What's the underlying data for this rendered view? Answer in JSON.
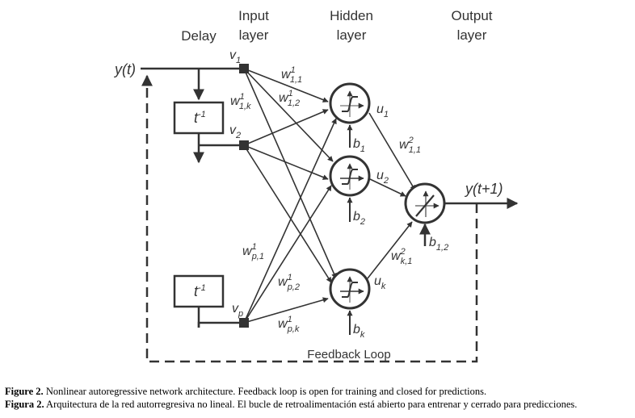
{
  "headers": {
    "delay": "Delay",
    "input_layer": [
      "Input",
      "layer"
    ],
    "hidden_layer": [
      "Hidden",
      "layer"
    ],
    "output_layer": [
      "Output",
      "layer"
    ]
  },
  "signals": {
    "input": "y(t)",
    "output": "y(t+1)"
  },
  "delay_blocks": [
    {
      "label": "t",
      "sup": "-1"
    },
    {
      "label": "t",
      "sup": "-1"
    }
  ],
  "input_nodes": [
    {
      "name": "v",
      "sub": "1"
    },
    {
      "name": "v",
      "sub": "2"
    },
    {
      "name": "v",
      "sub": "p"
    }
  ],
  "hidden_nodes": [
    {
      "out": "u",
      "out_sub": "1",
      "bias": "b",
      "bias_sub": "1"
    },
    {
      "out": "u",
      "out_sub": "2",
      "bias": "b",
      "bias_sub": "2"
    },
    {
      "out": "u",
      "out_sub": "k",
      "bias": "b",
      "bias_sub": "k"
    }
  ],
  "output_node": {
    "bias": "b",
    "bias_sub": "1,2"
  },
  "weights": {
    "w11": {
      "base": "w",
      "sup": "1",
      "sub": "1,1"
    },
    "w12": {
      "base": "w",
      "sup": "1",
      "sub": "1,2"
    },
    "w1k": {
      "base": "w",
      "sup": "1",
      "sub": "1,k"
    },
    "wp1": {
      "base": "w",
      "sup": "1",
      "sub": "p,1"
    },
    "wp2": {
      "base": "w",
      "sup": "1",
      "sub": "p,2"
    },
    "wpk": {
      "base": "w",
      "sup": "1",
      "sub": "p,k"
    },
    "w2_11": {
      "base": "w",
      "sup": "2",
      "sub": "1,1"
    },
    "w2_k1": {
      "base": "w",
      "sup": "2",
      "sub": "k,1"
    }
  },
  "feedback_label": "Feedback Loop",
  "captions": [
    {
      "prefix": "Figure 2.",
      "text": " Nonlinear autoregressive network architecture. Feedback loop is open for training and closed for predictions."
    },
    {
      "prefix": "Figura 2.",
      "text": " Arquitectura de la red autorregresiva no lineal. El bucle de retroalimentación está abierto para entrenar y cerrado para predicciones."
    }
  ],
  "colors": {
    "stroke": "#333333",
    "text": "#333333"
  }
}
